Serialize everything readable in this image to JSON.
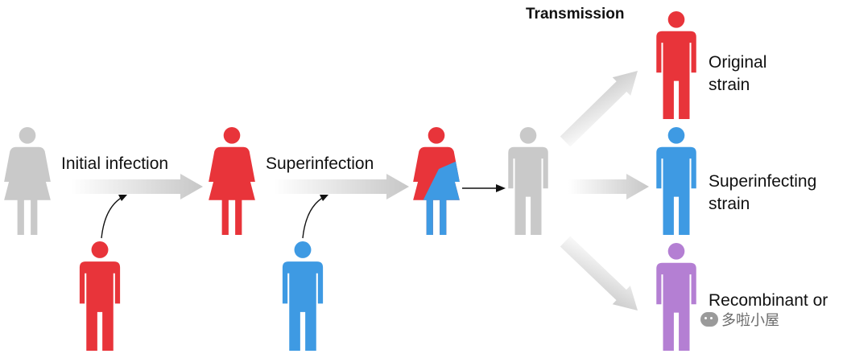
{
  "labels": {
    "initial_infection": "Initial infection",
    "superinfection": "Superinfection",
    "transmission": "Transmission",
    "original": [
      "Original",
      "strain"
    ],
    "superinfecting": [
      "Superinfecting",
      "strain"
    ],
    "recombinant": [
      "Recombinant or"
    ]
  },
  "watermark": "多啦小屋",
  "colors": {
    "uninfected": "#c9c9c9",
    "original_strain": "#e8343a",
    "superinfecting_strain": "#3e9ae3",
    "recombinant_strain": "#b47fd3",
    "arrow": "#d5d5d5",
    "text": "#111111"
  }
}
